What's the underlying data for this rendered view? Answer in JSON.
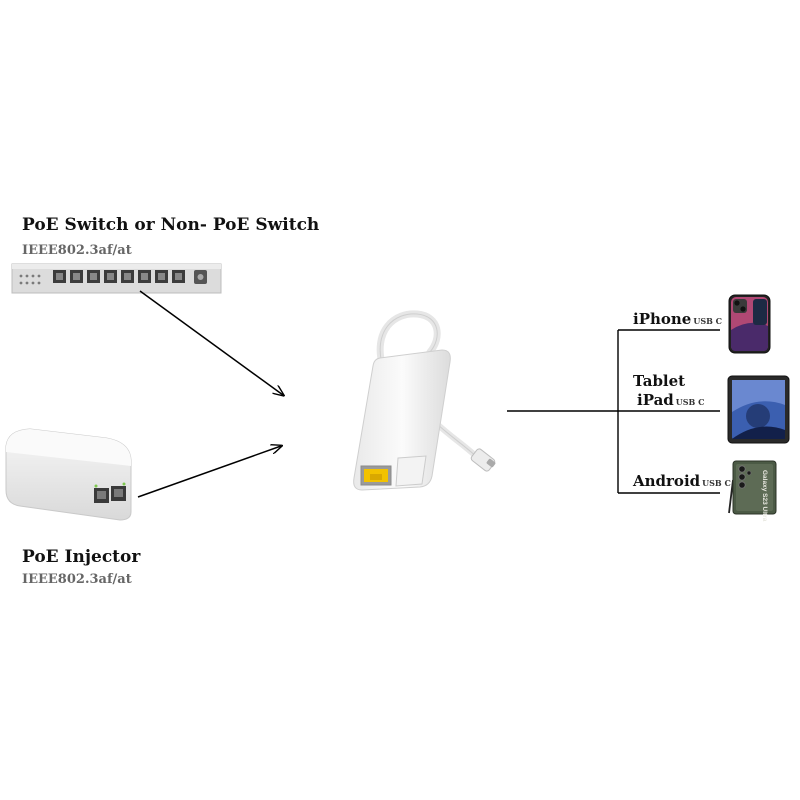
{
  "sources": {
    "switch": {
      "title": "PoE Switch or Non- PoE Switch",
      "spec": "IEEE802.3af/at"
    },
    "injector": {
      "title": "PoE Injector",
      "spec": "IEEE802.3af/at"
    }
  },
  "devices": [
    {
      "name": "iPhone",
      "port": "USB C"
    },
    {
      "name_line1": "Tablet",
      "name_line2": "iPad",
      "port": "USB C"
    },
    {
      "name": "Android",
      "port": "USB C"
    }
  ],
  "phone_brand_text": "Galaxy S23 Ultra",
  "colors": {
    "ethernet_jack_yellow": "#f2c200",
    "arrow": "#000000"
  }
}
